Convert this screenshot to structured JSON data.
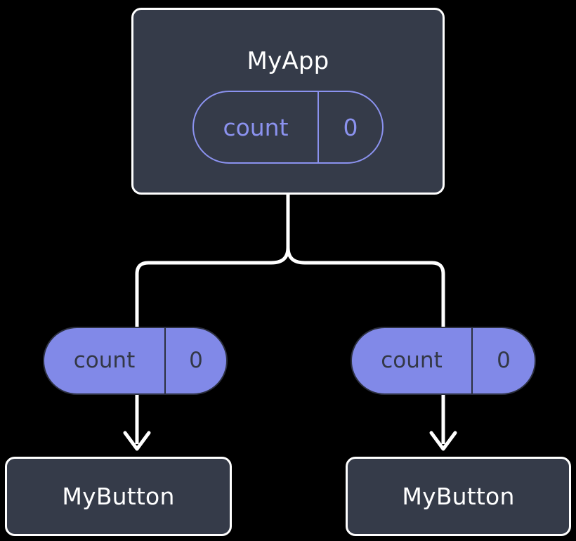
{
  "diagram": {
    "type": "component-state-tree",
    "background_color": "#000000",
    "colors": {
      "node_fill": "#353b49",
      "node_border": "#ffffff",
      "accent_purple": "#8189e8",
      "outline_purple": "#8b92ef",
      "edge": "#ffffff",
      "pill_text_dark": "#333846"
    },
    "root": {
      "title": "MyApp",
      "state": {
        "key": "count",
        "value": "0"
      }
    },
    "branches": [
      {
        "pill": {
          "key": "count",
          "value": "0"
        },
        "child": {
          "title": "MyButton"
        }
      },
      {
        "pill": {
          "key": "count",
          "value": "0"
        },
        "child": {
          "title": "MyButton"
        }
      }
    ],
    "edges": {
      "root_to_split": "vertical-line",
      "split": "two-way-rounded-branch",
      "pill_to_child": "downward-arrow"
    }
  }
}
